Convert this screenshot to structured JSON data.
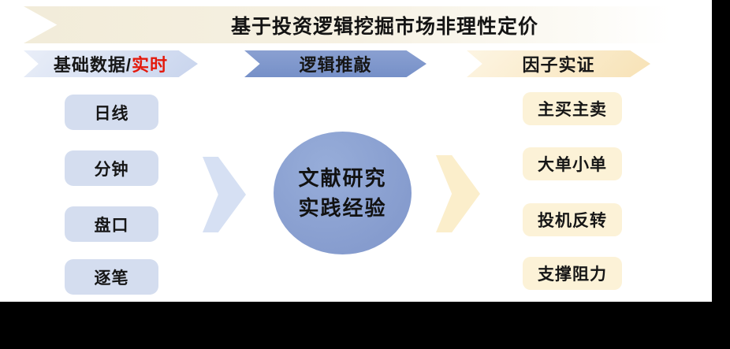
{
  "title": {
    "text": "基于投资逻辑挖掘市场非理性定价"
  },
  "stages": [
    {
      "label": "基础数据/",
      "label_highlight": "实时"
    },
    {
      "label": "逻辑推敲"
    },
    {
      "label": "因子实证"
    }
  ],
  "data_sources": {
    "items": [
      "日线",
      "分钟",
      "盘口",
      "逐笔"
    ]
  },
  "research_circle": {
    "line1": "文献研究",
    "line2": "实践经验"
  },
  "factors": {
    "items": [
      "主买主卖",
      "大单小单",
      "投机反转",
      "支撑阻力"
    ]
  },
  "palette": {
    "banner_cream": "#f4eedc",
    "stage1_blue_light": "#ccd7ee",
    "stage2_blue": "#7e96cb",
    "stage3_cream": "#f8e5bc",
    "box_blue": "#d4ddef",
    "box_cream": "#fcf2d7",
    "circle_blue": "#8ca3d3",
    "chevron_blue": "#d6e0f3",
    "chevron_cream": "#fbeecb",
    "highlight_red": "#e4180b",
    "text_dark": "#161616",
    "letterbox_black": "#000000"
  }
}
